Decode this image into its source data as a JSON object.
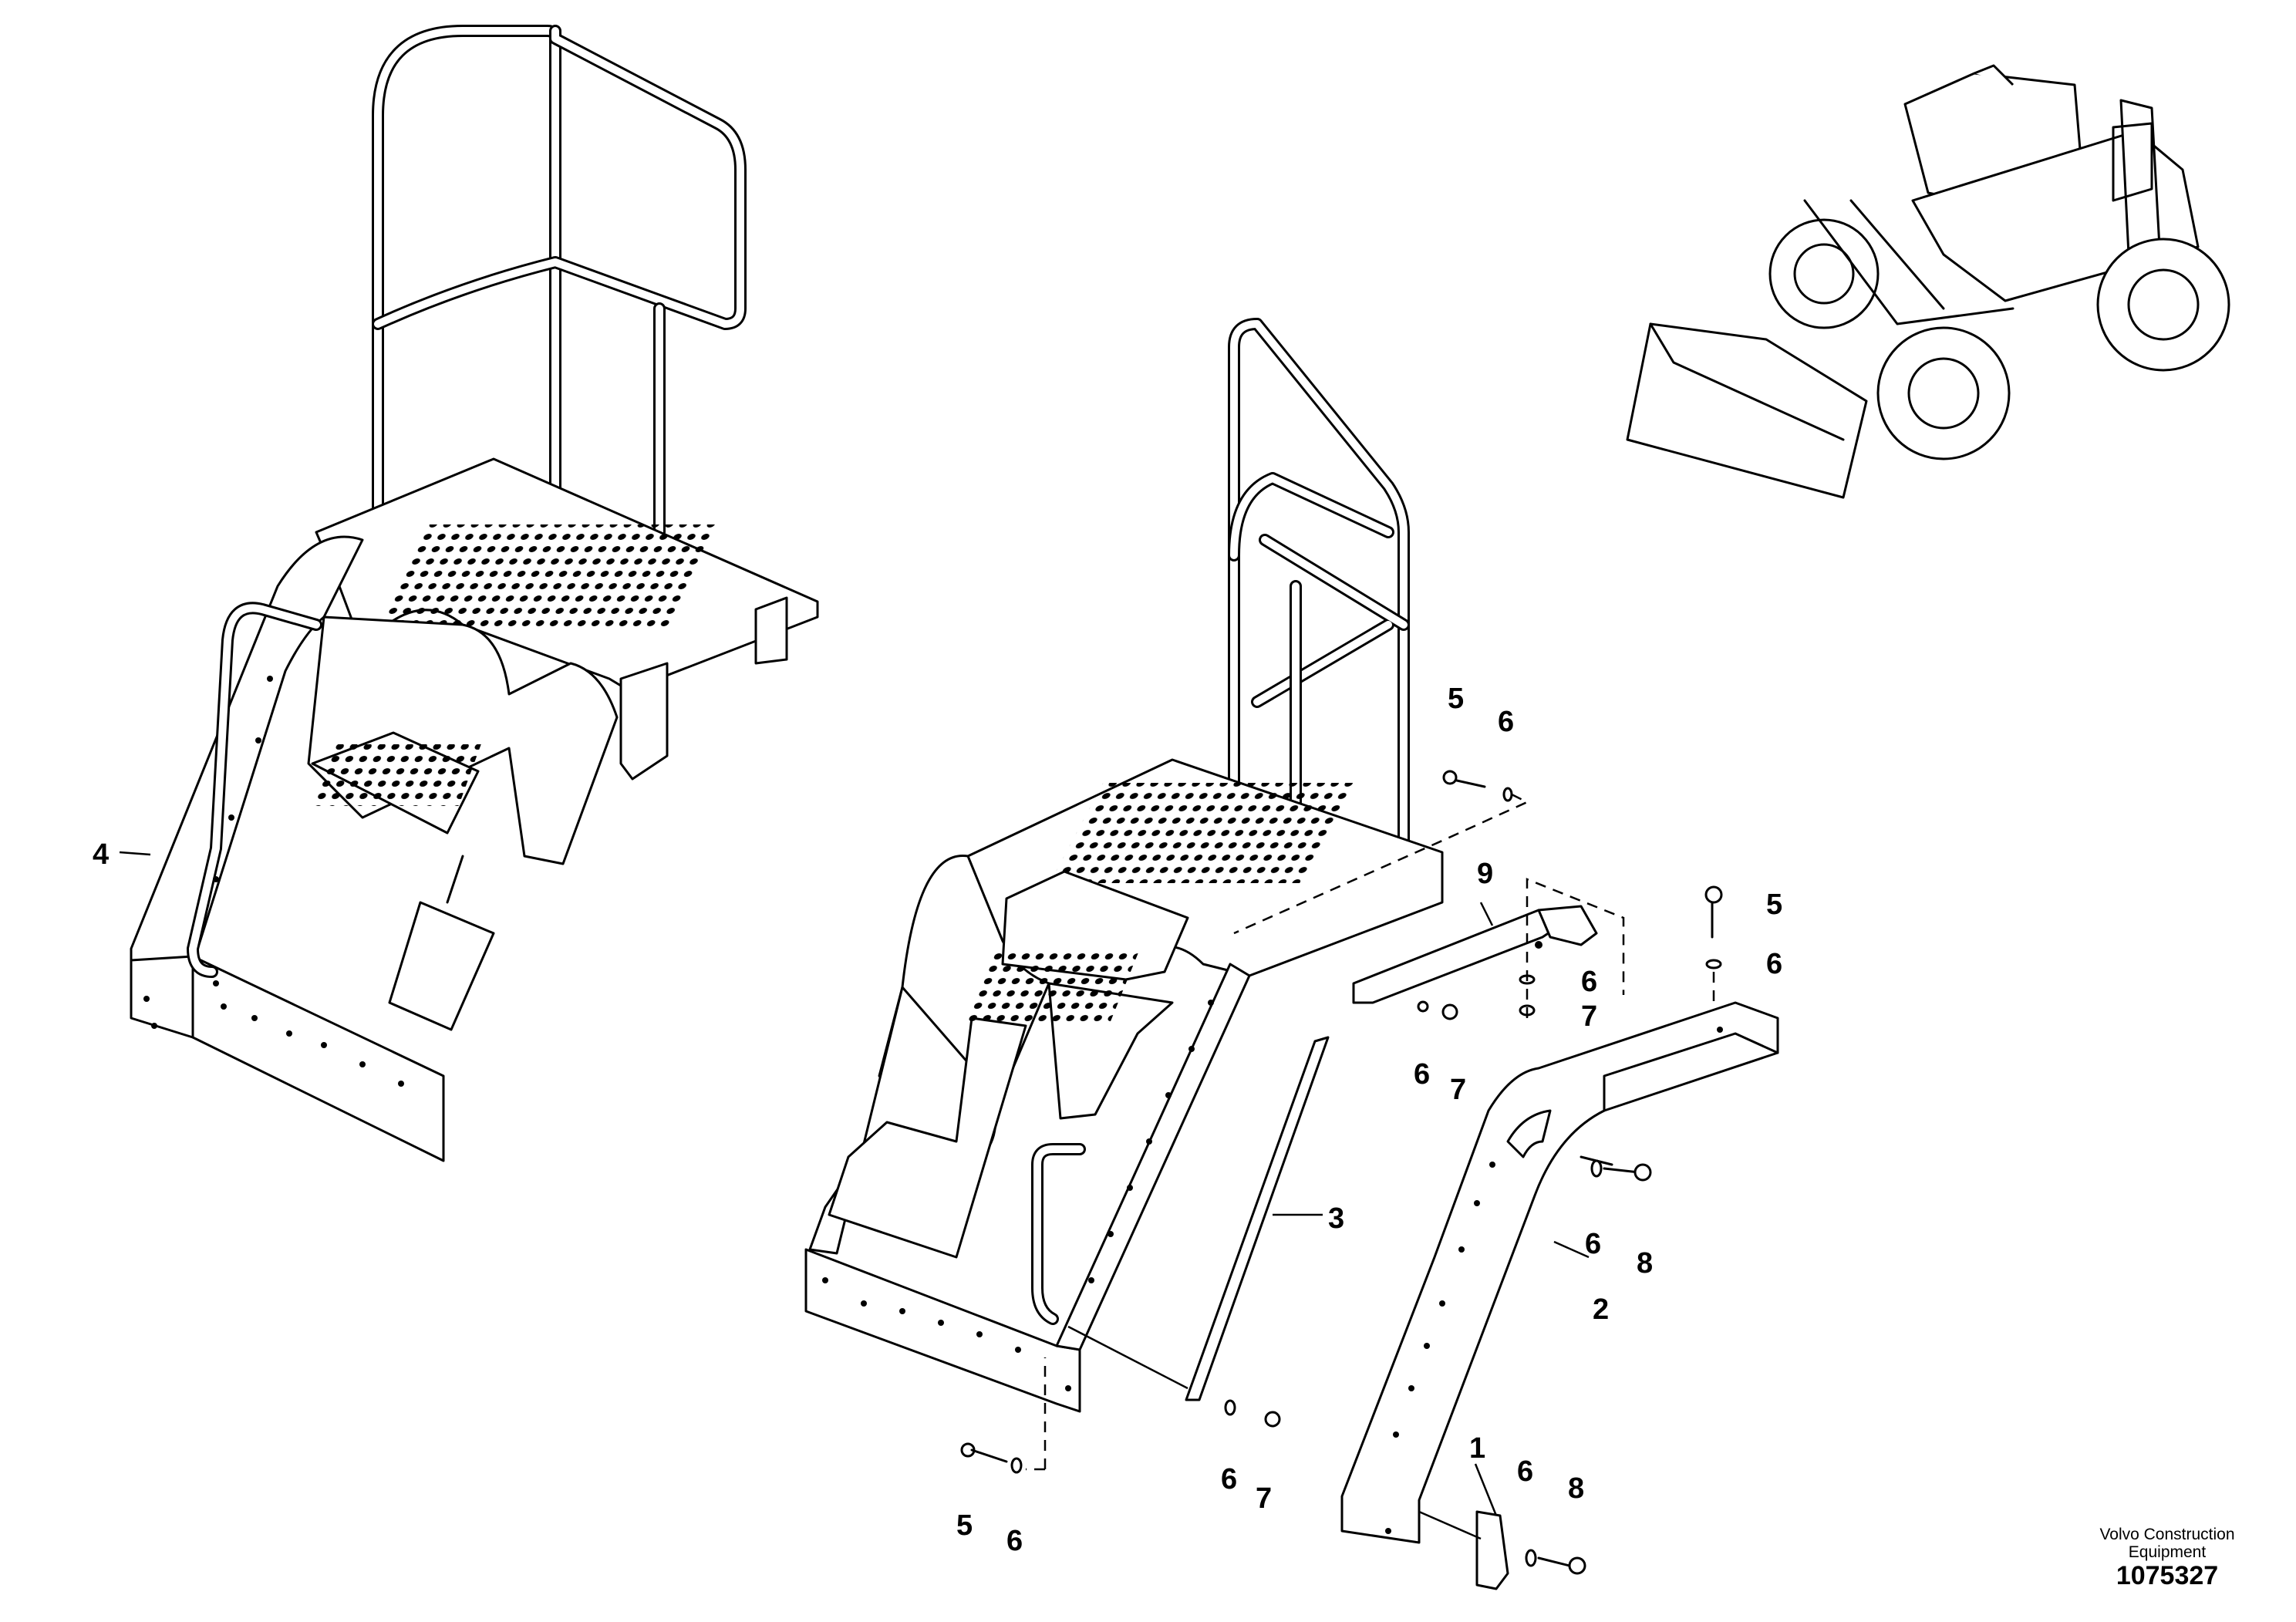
{
  "caption": {
    "manufacturer": "Volvo Construction Equipment",
    "drawing_number": "1075327"
  },
  "callouts": [
    {
      "id": "c4",
      "text": "4"
    },
    {
      "id": "c5a",
      "text": "5"
    },
    {
      "id": "c6a",
      "text": "6"
    },
    {
      "id": "c9",
      "text": "9"
    },
    {
      "id": "c6b",
      "text": "6"
    },
    {
      "id": "c7b",
      "text": "7"
    },
    {
      "id": "c6c",
      "text": "6"
    },
    {
      "id": "c7c",
      "text": "7"
    },
    {
      "id": "c5d",
      "text": "5"
    },
    {
      "id": "c6d",
      "text": "6"
    },
    {
      "id": "c6e",
      "text": "6"
    },
    {
      "id": "c8e",
      "text": "8"
    },
    {
      "id": "c3",
      "text": "3"
    },
    {
      "id": "c2",
      "text": "2"
    },
    {
      "id": "c5f",
      "text": "5"
    },
    {
      "id": "c6f",
      "text": "6"
    },
    {
      "id": "c6g",
      "text": "6"
    },
    {
      "id": "c7g",
      "text": "7"
    },
    {
      "id": "c1",
      "text": "1"
    },
    {
      "id": "c6h",
      "text": "6"
    },
    {
      "id": "c8h",
      "text": "8"
    }
  ]
}
